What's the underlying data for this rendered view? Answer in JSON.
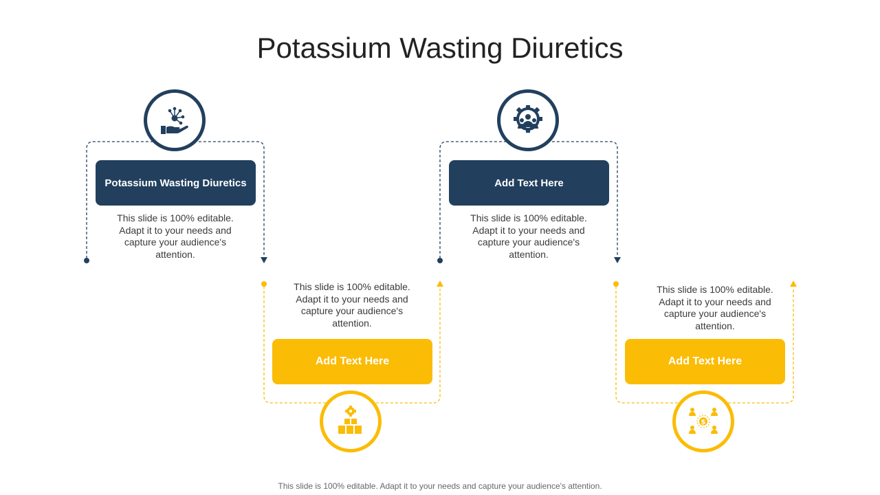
{
  "page": {
    "title": "Potassium Wasting Diuretics",
    "footer": "This slide is 100% editable. Adapt it to your needs and capture your audience's attention."
  },
  "colors": {
    "dark": "#22405e",
    "yellow": "#fbbc05"
  },
  "steps": [
    {
      "label": "Potassium Wasting Diuretics",
      "description": "This slide is 100% editable. Adapt it to your needs and capture your audience's attention.",
      "icon": "hand-holding-analytics-icon",
      "theme": "dark"
    },
    {
      "label": "Add Text Here",
      "description": "This slide is 100% editable. Adapt it to your needs and capture your audience's attention.",
      "icon": "boxes-gear-icon",
      "theme": "yellow"
    },
    {
      "label": "Add Text Here",
      "description": "This slide is 100% editable. Adapt it to your needs and capture your audience's attention.",
      "icon": "team-gear-icon",
      "theme": "dark"
    },
    {
      "label": "Add Text Here",
      "description": "This slide is 100% editable. Adapt it to your needs and capture your audience's attention.",
      "icon": "money-people-network-icon",
      "theme": "yellow"
    }
  ]
}
